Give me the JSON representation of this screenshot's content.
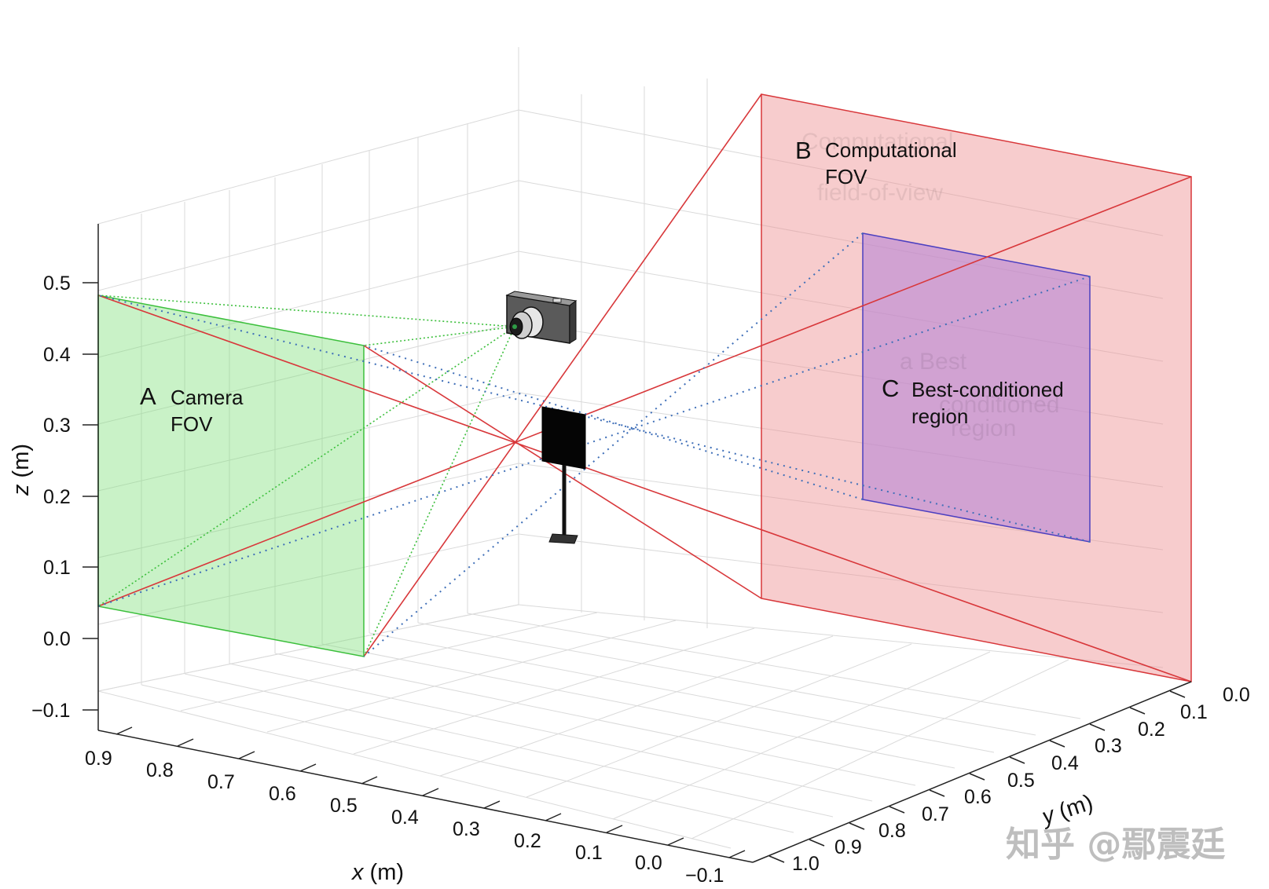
{
  "axes": {
    "z": {
      "label": "z",
      "unit": " (m)",
      "ticks": [
        "0.5",
        "0.4",
        "0.3",
        "0.2",
        "0.1",
        "0.0",
        "−0.1"
      ]
    },
    "x": {
      "label": "x",
      "unit": " (m)",
      "ticks": [
        "0.9",
        "0.8",
        "0.7",
        "0.6",
        "0.5",
        "0.4",
        "0.3",
        "0.2",
        "0.1",
        "0.0",
        "−0.1"
      ]
    },
    "y": {
      "label": "y",
      "unit": " (m)",
      "ticks": [
        "0.0",
        "0.1",
        "0.2",
        "0.3",
        "0.4",
        "0.5",
        "0.6",
        "0.7",
        "0.8",
        "0.9",
        "1.0"
      ]
    }
  },
  "regions": {
    "A": {
      "letter": "A",
      "line1": "Camera",
      "line2": "FOV",
      "color": "#7fe07a"
    },
    "B": {
      "letter": "B",
      "line1": "Computational",
      "line2": "FOV",
      "color": "#ee8f90",
      "ghost1": "Computational",
      "ghost2": "field-of-view"
    },
    "C": {
      "letter": "C",
      "line1": "Best-conditioned",
      "line2": "region",
      "color": "#b886d6",
      "ghost1": "a Best",
      "ghost2": "conditioned",
      "ghost3": "region"
    }
  },
  "colors": {
    "red_line": "#d8373a",
    "green_line": "#3cbf3c",
    "blue_dots": "#3f6fb8",
    "grid": "#dadada",
    "axis": "#222222"
  },
  "icons": {
    "camera": "camera-icon",
    "target": "target-board-icon"
  },
  "watermark": "知乎 @鄢震廷"
}
